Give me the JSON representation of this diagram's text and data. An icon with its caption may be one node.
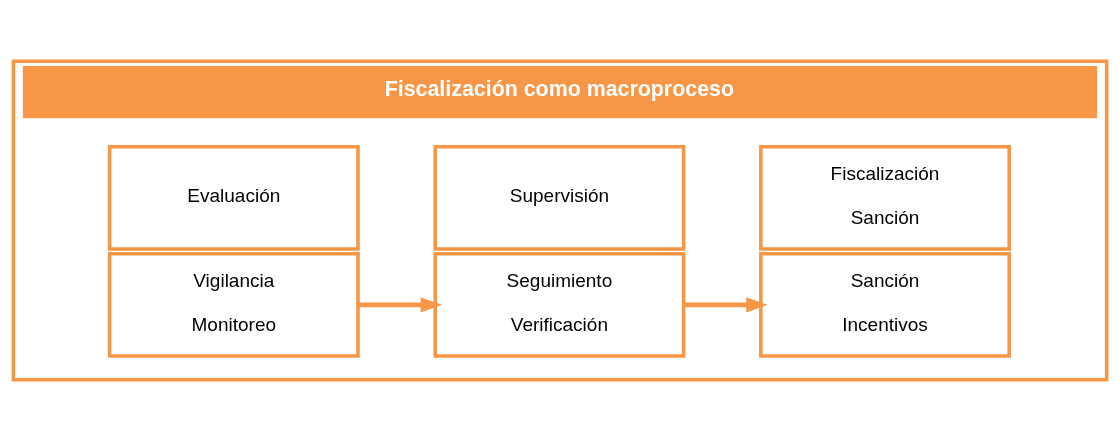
{
  "diagram": {
    "nodes": [
      {
        "text": [
          "Fiscalización como macroproceso"
        ]
      },
      {
        "text": [
          "Evaluación"
        ],
        "in": 0
      },
      {
        "text": [
          "Supervisión"
        ],
        "in": 0
      },
      {
        "text": [
          "Fiscalización",
          "Sanción"
        ],
        "in": 0
      },
      {
        "text": [
          "Vigilancia",
          "Monitoreo"
        ],
        "in": 0
      },
      {
        "text": [
          "Seguimiento",
          "Verificación"
        ],
        "in": 0
      },
      {
        "text": [
          "Sanción",
          "Incentivos"
        ],
        "in": 0
      }
    ],
    "edges": [
      {
        "from": 4,
        "to": 5,
        "arrow": "to"
      },
      {
        "from": 5,
        "to": 6,
        "arrow": "to"
      }
    ]
  }
}
